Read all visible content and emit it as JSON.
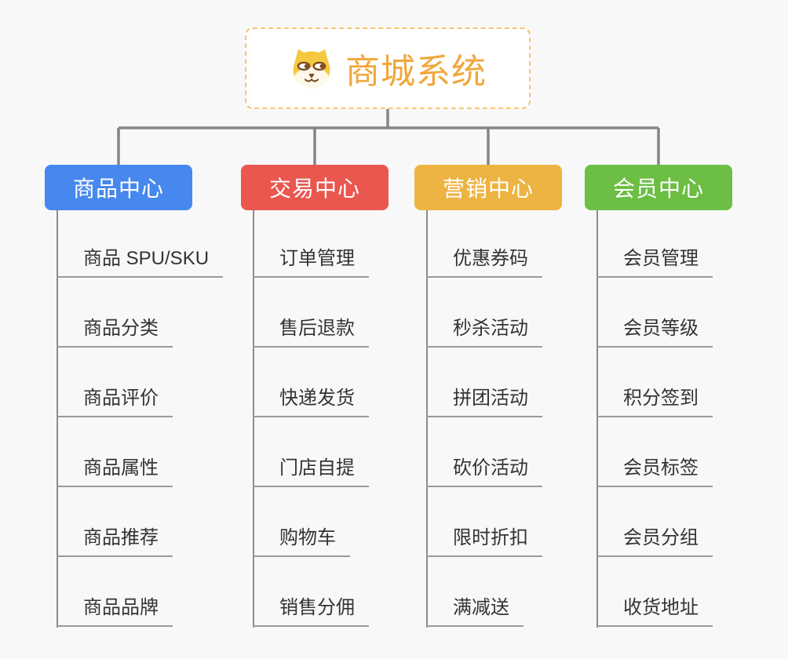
{
  "root": {
    "title": "商城系统",
    "icon": "shiba-dog-icon",
    "accent_color": "#f0a73c",
    "border_color": "#f5c571"
  },
  "connector_color": "#858585",
  "leaf_underline_color": "#9a9a9a",
  "branches": [
    {
      "label": "商品中心",
      "color": "#4788ee",
      "items": [
        "商品 SPU/SKU",
        "商品分类",
        "商品评价",
        "商品属性",
        "商品推荐",
        "商品品牌"
      ]
    },
    {
      "label": "交易中心",
      "color": "#e9574f",
      "items": [
        "订单管理",
        "售后退款",
        "快递发货",
        "门店自提",
        "购物车",
        "销售分佣"
      ]
    },
    {
      "label": "营销中心",
      "color": "#edb443",
      "items": [
        "优惠券码",
        "秒杀活动",
        "拼团活动",
        "砍价活动",
        "限时折扣",
        "满减送"
      ]
    },
    {
      "label": "会员中心",
      "color": "#6cbe44",
      "items": [
        "会员管理",
        "会员等级",
        "积分签到",
        "会员标签",
        "会员分组",
        "收货地址"
      ]
    }
  ]
}
